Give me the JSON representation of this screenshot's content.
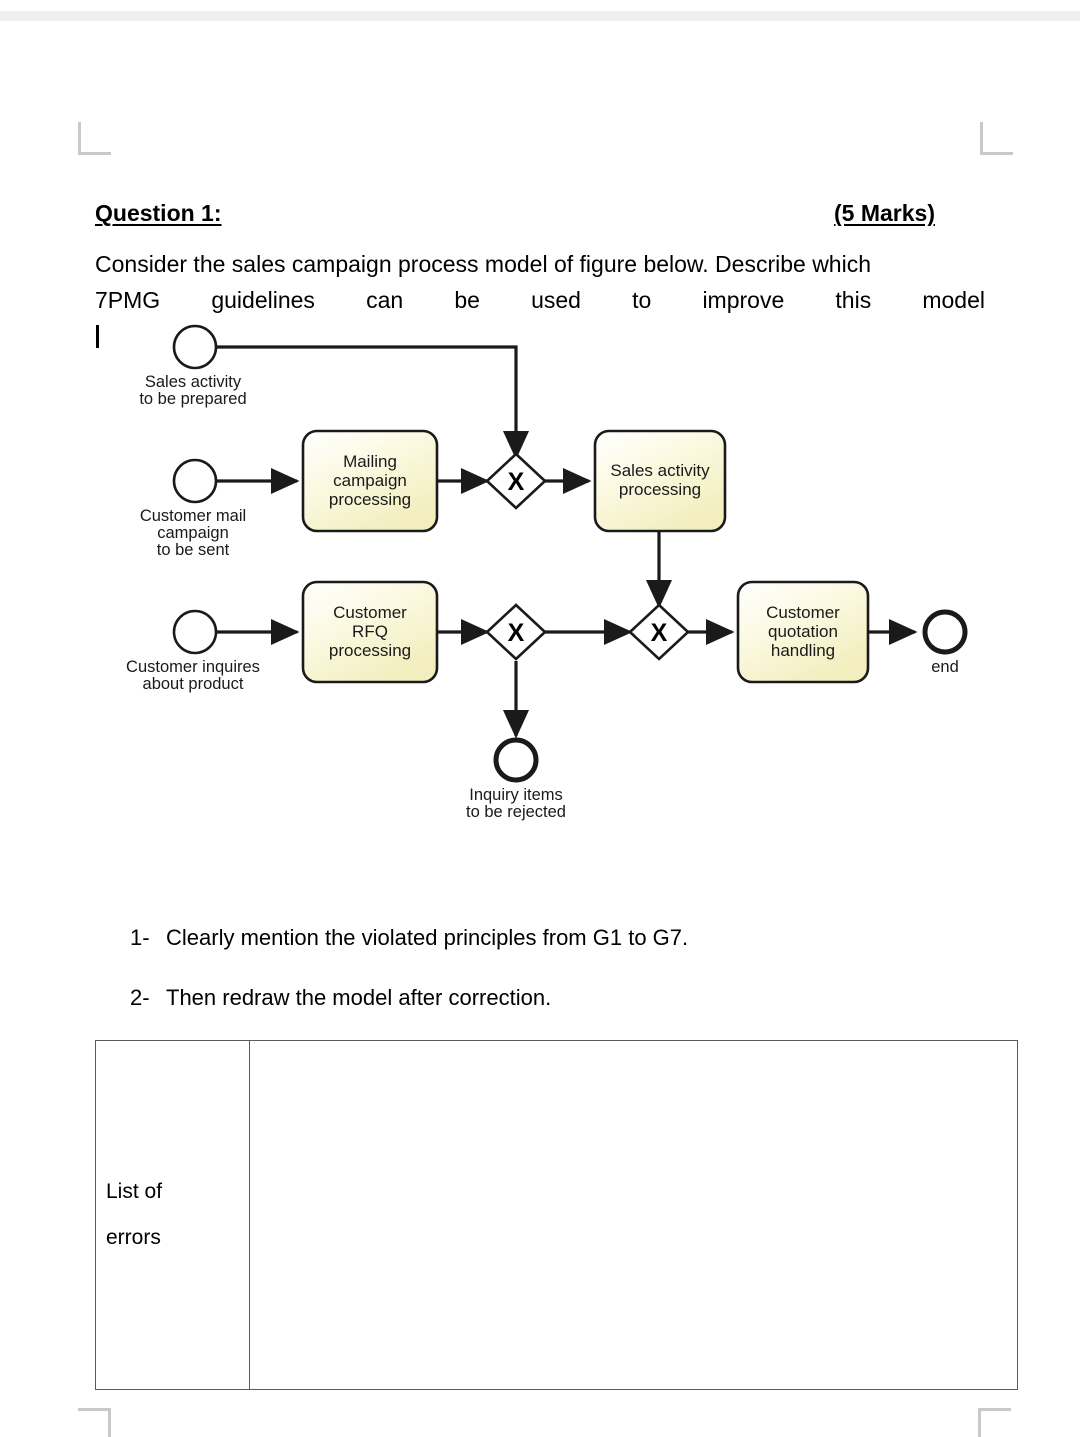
{
  "document": {
    "question_label": "Question 1:",
    "marks": "(5 Marks)",
    "paragraph_line1": "Consider the sales campaign process model of figure below. Describe which",
    "paragraph_line2": "7PMG guidelines can be used to improve this model",
    "instruction_1_num": "1-",
    "instruction_1_text": "Clearly mention the violated principles from G1 to G7.",
    "instruction_2_num": "2-",
    "instruction_2_text": "Then redraw the model after correction.",
    "table": {
      "row_label_line1": "List of",
      "row_label_line2": "errors",
      "answer_value": ""
    }
  },
  "diagram": {
    "type": "bpmn-process",
    "colors": {
      "task_fill_light": "#fdfdf0",
      "task_fill_dark": "#f4f1c4",
      "task_stroke": "#1a1a1a",
      "gateway_fill": "#ffffff",
      "gateway_stroke": "#1a1a1a",
      "flow_stroke": "#1a1a1a",
      "event_stroke": "#1a1a1a"
    },
    "start_events": [
      {
        "id": "start-sales-activity",
        "label_line1": "Sales activity",
        "label_line2": "to be prepared"
      },
      {
        "id": "start-customer-mail",
        "label_line1": "Customer mail",
        "label_line2": "campaign",
        "label_line3": "to be sent"
      },
      {
        "id": "start-customer-inquires",
        "label_line1": "Customer inquires",
        "label_line2": "about product"
      }
    ],
    "tasks": [
      {
        "id": "task-mailing-campaign",
        "label_line1": "Mailing",
        "label_line2": "campaign",
        "label_line3": "processing"
      },
      {
        "id": "task-sales-activity",
        "label_line1": "Sales activity",
        "label_line2": "processing"
      },
      {
        "id": "task-customer-rfq",
        "label_line1": "Customer",
        "label_line2": "RFQ",
        "label_line3": "processing"
      },
      {
        "id": "task-customer-quotation",
        "label_line1": "Customer",
        "label_line2": "quotation",
        "label_line3": "handling"
      }
    ],
    "gateways": [
      {
        "id": "gateway-1",
        "symbol": "X",
        "kind": "exclusive"
      },
      {
        "id": "gateway-2",
        "symbol": "X",
        "kind": "exclusive"
      },
      {
        "id": "gateway-3",
        "symbol": "X",
        "kind": "exclusive"
      }
    ],
    "end_events": [
      {
        "id": "end-inquiry-rejected",
        "label_line1": "Inquiry items",
        "label_line2": "to be rejected"
      },
      {
        "id": "end-process",
        "label_line1": "end"
      }
    ]
  }
}
